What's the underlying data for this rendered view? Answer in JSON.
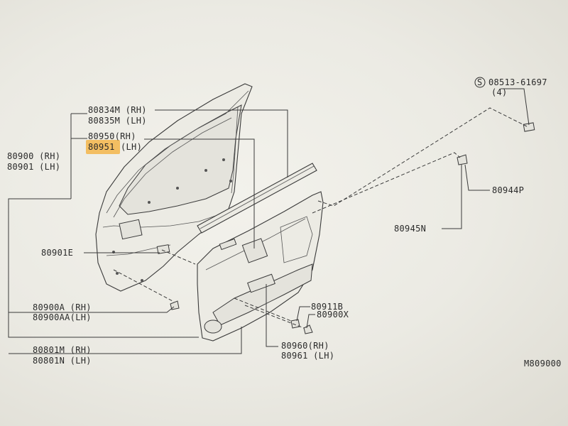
{
  "labels": {
    "bolt_code": "08513-61697",
    "bolt_symbol": "S",
    "bolt_qty": "(4)",
    "molding_rh": "80834M (RH)",
    "molding_lh": "80835M (LH)",
    "seal_rh": "80950(RH)",
    "seal_lh_code": "80951",
    "seal_lh_suffix": "(LH)",
    "door_rh": "80900 (RH)",
    "door_lh": "80901 (LH)",
    "p80944p": "80944P",
    "p80945n": "80945N",
    "p80901e": "80901E",
    "clip_rh": "80900A (RH)",
    "clip_lh": "80900AA(LH)",
    "p80911b": "80911B",
    "p80900x": "80900X",
    "trim_rh": "80801M (RH)",
    "trim_lh": "80801N (LH)",
    "pocket_rh": "80960(RH)",
    "pocket_lh": "80961 (LH)",
    "diagram_code": "M809000"
  },
  "colors": {
    "highlight": "#f3b54a",
    "line": "#3a3a3a"
  }
}
